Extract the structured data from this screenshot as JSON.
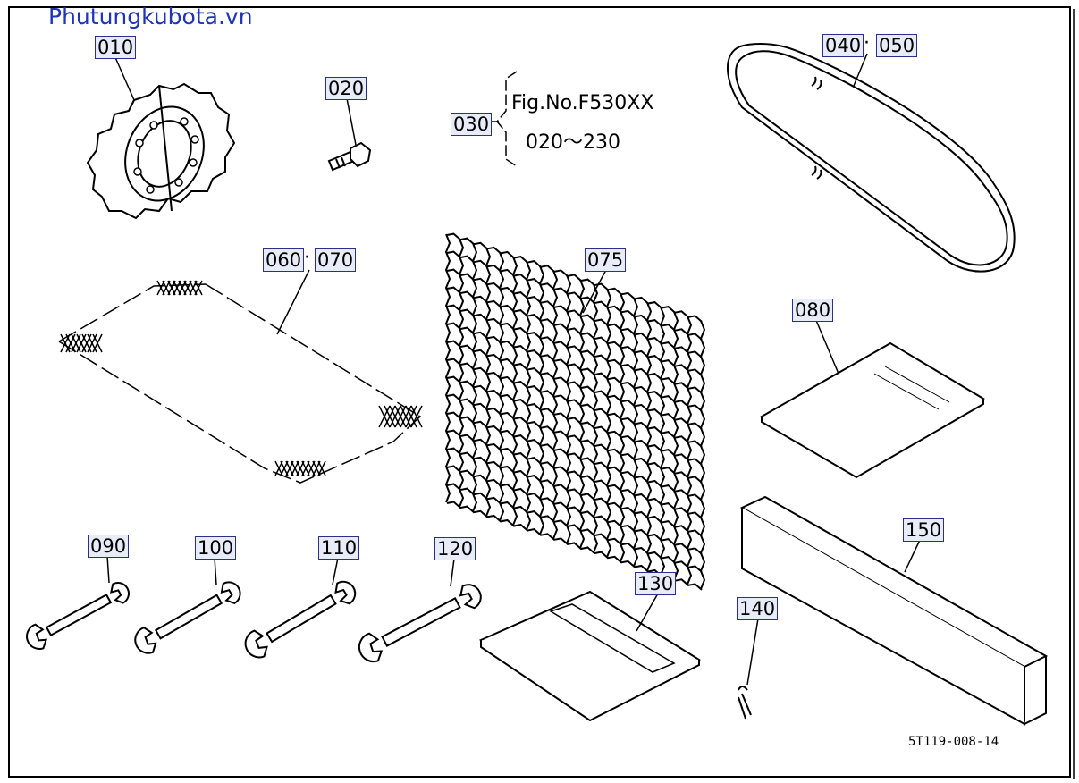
{
  "watermark": {
    "text": "Phutungkubota.vn",
    "color": "#1f34b8"
  },
  "reference_block": {
    "callout": "030",
    "fig_no": "Fig.No.F530XX",
    "range": "020～230"
  },
  "callouts": {
    "c010": "010",
    "c020": "020",
    "c040": "040",
    "c050": "050",
    "c060": "060",
    "c070": "070",
    "c075": "075",
    "c080": "080",
    "c090": "090",
    "c100": "100",
    "c110": "110",
    "c120": "120",
    "c130": "130",
    "c140": "140",
    "c150": "150"
  },
  "separator": "·",
  "drawing_code": "5T119-008-14",
  "colors": {
    "callout_border": "#2b2f8a",
    "callout_fill": "#e7ecf8",
    "line": "#000000"
  }
}
